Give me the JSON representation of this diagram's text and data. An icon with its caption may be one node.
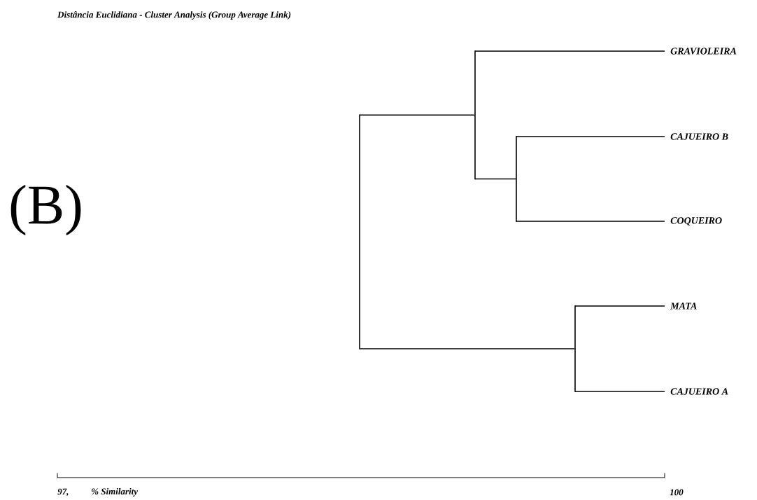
{
  "diagram": {
    "title": "Distância Euclidiana - Cluster Analysis (Group Average Link)",
    "nodes": [
      {
        "text": [],
        "shape": "bar"
      },
      {
        "text": [],
        "shape": "bar"
      },
      {
        "text": [
          "GRAVIOLEIRA"
        ]
      },
      {
        "text": [],
        "shape": "bar"
      },
      {
        "text": [
          "CAJUEIRO B"
        ]
      },
      {
        "text": [
          "COQUEIRO"
        ]
      },
      {
        "text": [],
        "shape": "bar"
      },
      {
        "text": [
          "MATA"
        ]
      },
      {
        "text": [
          "CAJUEIRO A"
        ]
      }
    ],
    "edges": [
      {
        "from": 0,
        "to": 1,
        "arrow": "none"
      },
      {
        "from": 0,
        "to": 6,
        "arrow": "none"
      },
      {
        "from": 1,
        "to": 2,
        "arrow": "none"
      },
      {
        "from": 1,
        "to": 3,
        "arrow": "none"
      },
      {
        "from": 3,
        "to": 4,
        "arrow": "none"
      },
      {
        "from": 3,
        "to": 5,
        "arrow": "none"
      },
      {
        "from": 6,
        "to": 7,
        "arrow": "none"
      },
      {
        "from": 6,
        "to": 8,
        "arrow": "none"
      }
    ],
    "labels": [
      "(B)",
      "97,",
      "% Similarity",
      "100"
    ]
  }
}
